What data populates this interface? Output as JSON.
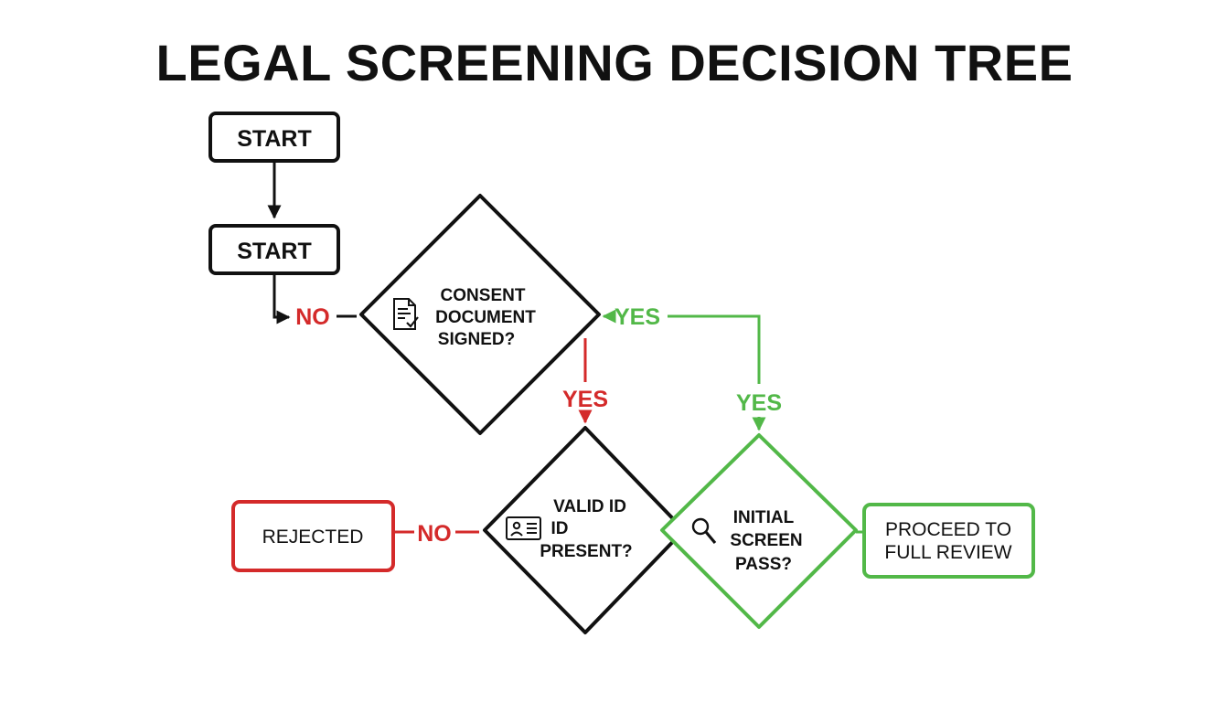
{
  "title": "LEGAL SCREENING DECISION TREE",
  "colors": {
    "black": "#111111",
    "red": "#d42a2a",
    "green": "#52b848"
  },
  "nodes": {
    "start_top": {
      "label": "START"
    },
    "start_second": {
      "label": "START"
    },
    "consent": {
      "lines": [
        "CONSENT",
        "DOCUMENT",
        "SIGNED?"
      ],
      "icon": "document-check-icon"
    },
    "valid_id": {
      "lines": [
        "VALID ID",
        "ID",
        "PRESENT?"
      ],
      "icon": "id-card-icon"
    },
    "initial_screen": {
      "lines": [
        "INITIAL",
        "SCREEN",
        "PASS?"
      ],
      "icon": "magnifier-icon"
    },
    "rejected": {
      "label": "REJECTED"
    },
    "proceed": {
      "lines": [
        "PROCEED TO",
        "FULL REVIEW"
      ]
    }
  },
  "edge_labels": {
    "start_to_consent": "NO",
    "consent_to_valid_id": "YES",
    "consent_to_initial_screen": "YES",
    "consent_branch_yes": "YES",
    "valid_id_to_rejected": "NO"
  }
}
